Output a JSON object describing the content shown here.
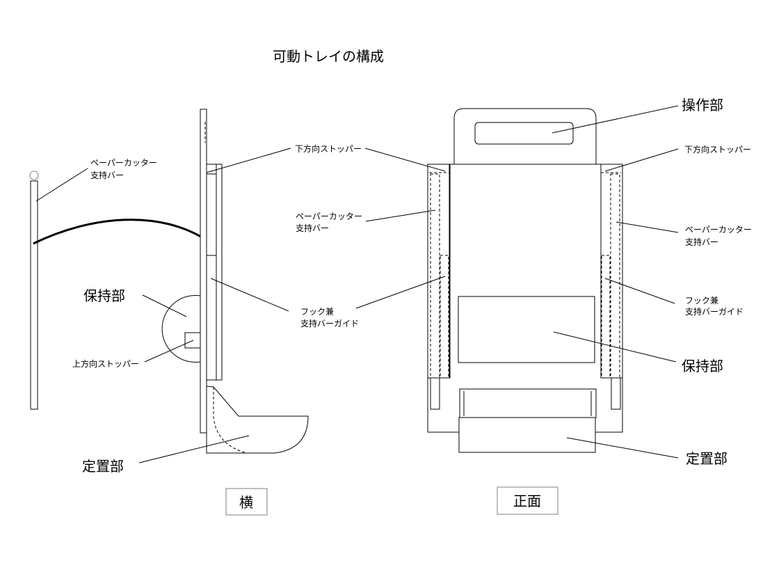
{
  "title": "可動トレイの構成",
  "views": {
    "side": "横",
    "front": "正面"
  },
  "labels": {
    "left_support_bar": [
      "ペーパーカッター",
      "支持バー"
    ],
    "side_down_stopper": "下方向ストッパー",
    "side_holder": "保持部",
    "side_up_stopper": "上方向ストッパー",
    "side_hook_guide": [
      "フック兼",
      "支持バーガイド"
    ],
    "side_placement": "定置部",
    "front_support_bar_left": [
      "ペーパーカッター",
      "支持バー"
    ],
    "front_operation": "操作部",
    "front_down_stopper": "下方向ストッパー",
    "front_support_bar_right": [
      "ペーパーカッター",
      "支持バー"
    ],
    "front_hook_guide": [
      "フック兼",
      "支持バーガイド"
    ],
    "front_holder": "保持部",
    "front_placement": "定置部"
  }
}
